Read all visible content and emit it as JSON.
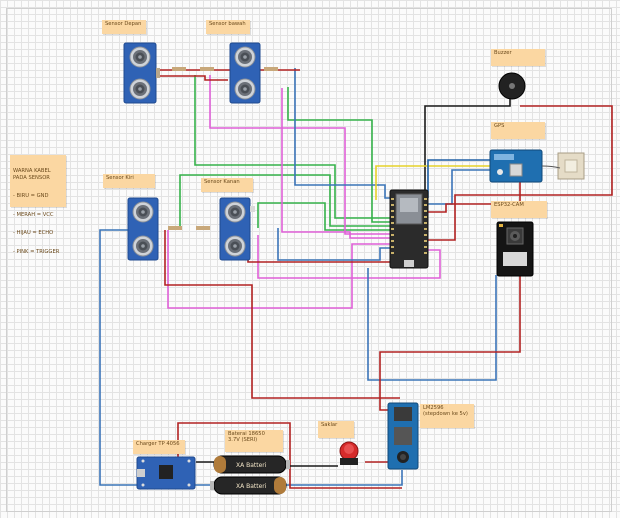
{
  "labels": {
    "sensor_depan": "Sensor Depan",
    "sensor_bawah": "Sensor bawah",
    "buzzer": "Buzzer",
    "gps": "GPS",
    "legend_title": "WARNA KABEL\nPADA SENSOR",
    "legend_lines": [
      "- BIRU = GND",
      "- MERAH = VCC",
      "- HIJAU = ECHO",
      "- PINK = TRIGGER"
    ],
    "sensor_kiri": "Sensor Kiri",
    "sensor_kanan": "Sensor Kanan",
    "esp32_cam": "ESP32-CAM",
    "lm2596": "LM2596\n(stepdown ke 5v)",
    "saklar": "Saklar",
    "charger": "Charger TP 4056",
    "baterai": "Baterai 18650\n3.7V (SERI)"
  },
  "components": {
    "battery_text": "XA Batteri"
  },
  "colors": {
    "note_bg": "#fbd7a2",
    "wire_red": "#b22222",
    "wire_black": "#1a1a1a",
    "wire_blue": "#3b74b8",
    "wire_green": "#35b24a",
    "wire_pink": "#e060d8",
    "wire_yellow": "#e6d12a",
    "sensor_blue": "#2f62b5",
    "module_blue": "#1f6fb0"
  }
}
